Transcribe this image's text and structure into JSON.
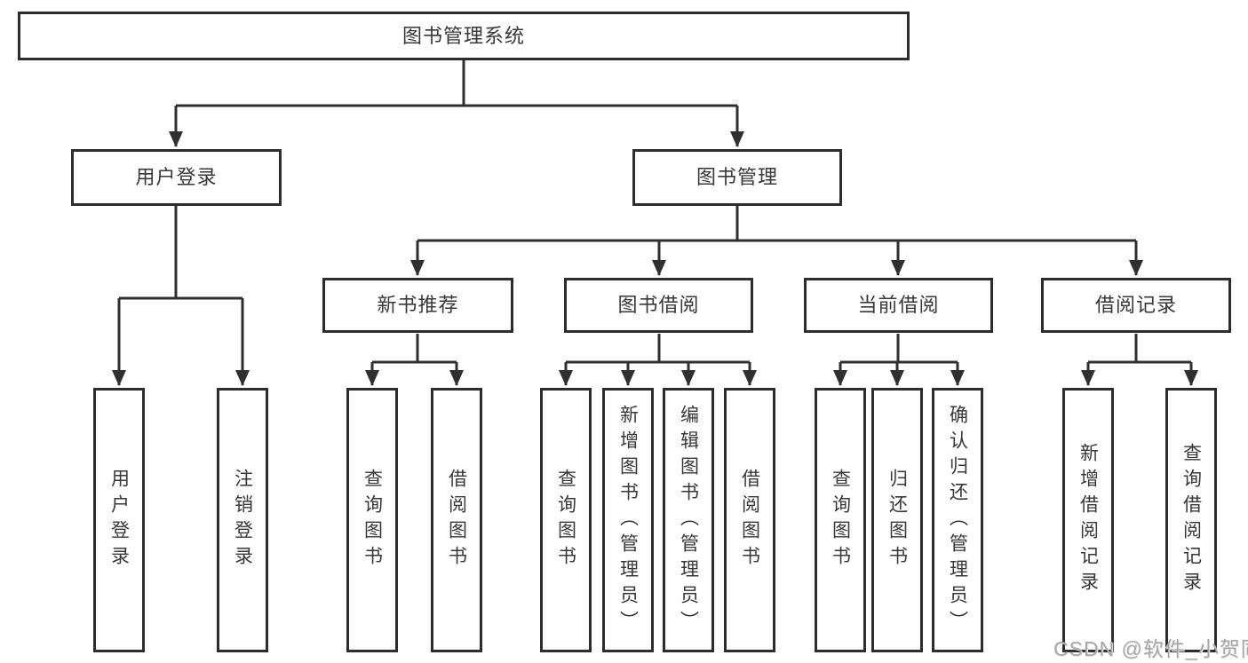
{
  "tree": {
    "root": "图书管理系统",
    "branches": [
      {
        "label": "用户登录",
        "leaves": [
          "用户登录",
          "注销登录"
        ]
      },
      {
        "label": "图书管理",
        "groups": [
          {
            "label": "新书推荐",
            "leaves": [
              "查询图书",
              "借阅图书"
            ]
          },
          {
            "label": "图书借阅",
            "leaves": [
              "查询图书",
              "新增图书（管理员）",
              "编辑图书（管理员）",
              "借阅图书"
            ]
          },
          {
            "label": "当前借阅",
            "leaves": [
              "查询图书",
              "归还图书",
              "确认归还（管理员）"
            ]
          },
          {
            "label": "借阅记录",
            "leaves": [
              "新增借阅记录",
              "查询借阅记录"
            ]
          }
        ]
      }
    ]
  },
  "watermark": "CSDN @软件_小贺同学",
  "colors": {
    "line": "#2f2f2f",
    "box_border": "#2d2d2d",
    "text": "#373737",
    "background": "#ffffff",
    "watermark": "#a6a6a6"
  }
}
